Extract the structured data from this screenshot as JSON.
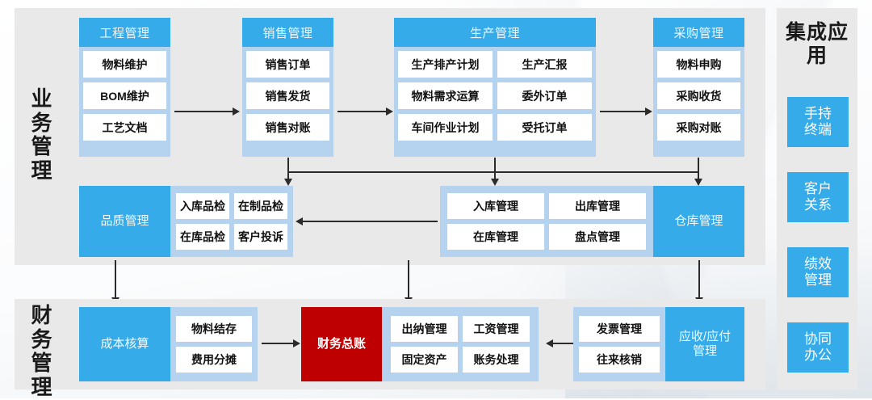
{
  "rows": {
    "business": {
      "label": "业务管理"
    },
    "finance": {
      "label": "财务管理"
    }
  },
  "integration": {
    "title": "集成应用",
    "items": [
      {
        "label": "手持\n终端"
      },
      {
        "label": "客户\n关系"
      },
      {
        "label": "绩效\n管理"
      },
      {
        "label": "协同\n办公"
      }
    ]
  },
  "modules": {
    "engineering": {
      "title": "工程管理",
      "cells": [
        "物料维护",
        "BOM维护",
        "工艺文档"
      ]
    },
    "sales": {
      "title": "销售管理",
      "cells": [
        "销售订单",
        "销售发货",
        "销售对账"
      ]
    },
    "production": {
      "title": "生产管理",
      "cells": [
        "生产排产计划",
        "生产汇报",
        "物料需求运算",
        "委外订单",
        "车间作业计划",
        "受托订单"
      ]
    },
    "purchase": {
      "title": "采购管理",
      "cells": [
        "物料申购",
        "采购收货",
        "采购对账"
      ]
    },
    "quality": {
      "title": "品质管理",
      "cells": [
        "入库品检",
        "在制品检",
        "在库品检",
        "客户投诉"
      ]
    },
    "warehouse": {
      "title": "仓库管理",
      "cells": [
        "入库管理",
        "出库管理",
        "在库管理",
        "盘点管理"
      ]
    },
    "cost": {
      "title": "成本核算",
      "cells": [
        "物料结存",
        "费用分摊"
      ]
    },
    "ledger": {
      "title": "财务总账",
      "cells": []
    },
    "accounting": {
      "title": "",
      "cells": [
        "出纳管理",
        "工资管理",
        "固定资产",
        "账务处理"
      ]
    },
    "receivable": {
      "title": "应收/应付\n管理",
      "cells": [
        "发票管理",
        "往来核销"
      ]
    }
  },
  "colors": {
    "accent": "#35ace9",
    "accent_light": "#b5d3ef",
    "panel": "#e9e9e9",
    "alert": "#be0000",
    "cell": "#ffffff",
    "line": "#2b2b2b"
  }
}
